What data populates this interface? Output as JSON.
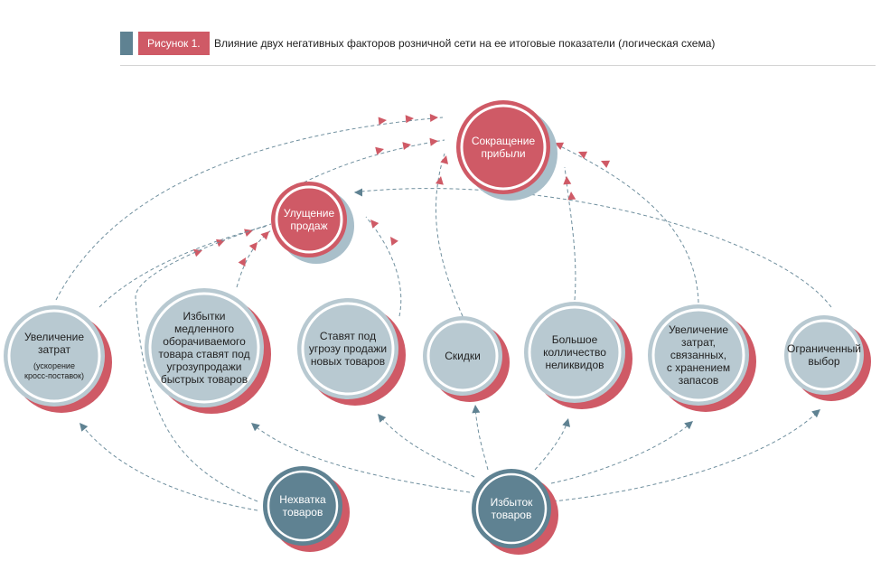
{
  "header": {
    "tag": "Рисунок 1.",
    "title": "Влияние двух негативных факторов розничной сети на ее итоговые показатели (логическая схема)"
  },
  "nodes": {
    "profit": {
      "lines": [
        "Сокращение",
        "прибыли"
      ]
    },
    "sales": {
      "lines": [
        "Улущение",
        "продаж"
      ]
    },
    "costs": {
      "lines": [
        "Увеличение",
        "затрат"
      ],
      "sub": [
        "(ускорение",
        "кросс-поставок)"
      ]
    },
    "slow": {
      "lines": [
        "Избытки",
        "медленного",
        "оборачиваемого",
        "товара ставят под",
        "угрозупродажи",
        "быстрых товаров"
      ]
    },
    "newgoods": {
      "lines": [
        "Ставят под",
        "угрозу продажи",
        "новых товаров"
      ]
    },
    "discounts": {
      "lines": [
        "Скидки"
      ]
    },
    "illiquid": {
      "lines": [
        "Большое",
        "колличество",
        "неликвидов"
      ]
    },
    "storage": {
      "lines": [
        "Увеличение",
        "затрат,",
        "связанных,",
        "с хранением",
        "запасов"
      ]
    },
    "choice": {
      "lines": [
        "Ограниченный",
        "выбор"
      ]
    },
    "shortage": {
      "lines": [
        "Нехватка",
        "товаров"
      ]
    },
    "surplus": {
      "lines": [
        "Избыток",
        "товаров"
      ]
    }
  },
  "colors": {
    "red": "#cf5a66",
    "grey_fill": "#b8c9d1",
    "teal": "#5f8292",
    "shadow_blue": "#a9bfca",
    "arrow_red": "#cf5a66",
    "arrow_teal": "#5f8292",
    "line": "#6f8f9e"
  }
}
